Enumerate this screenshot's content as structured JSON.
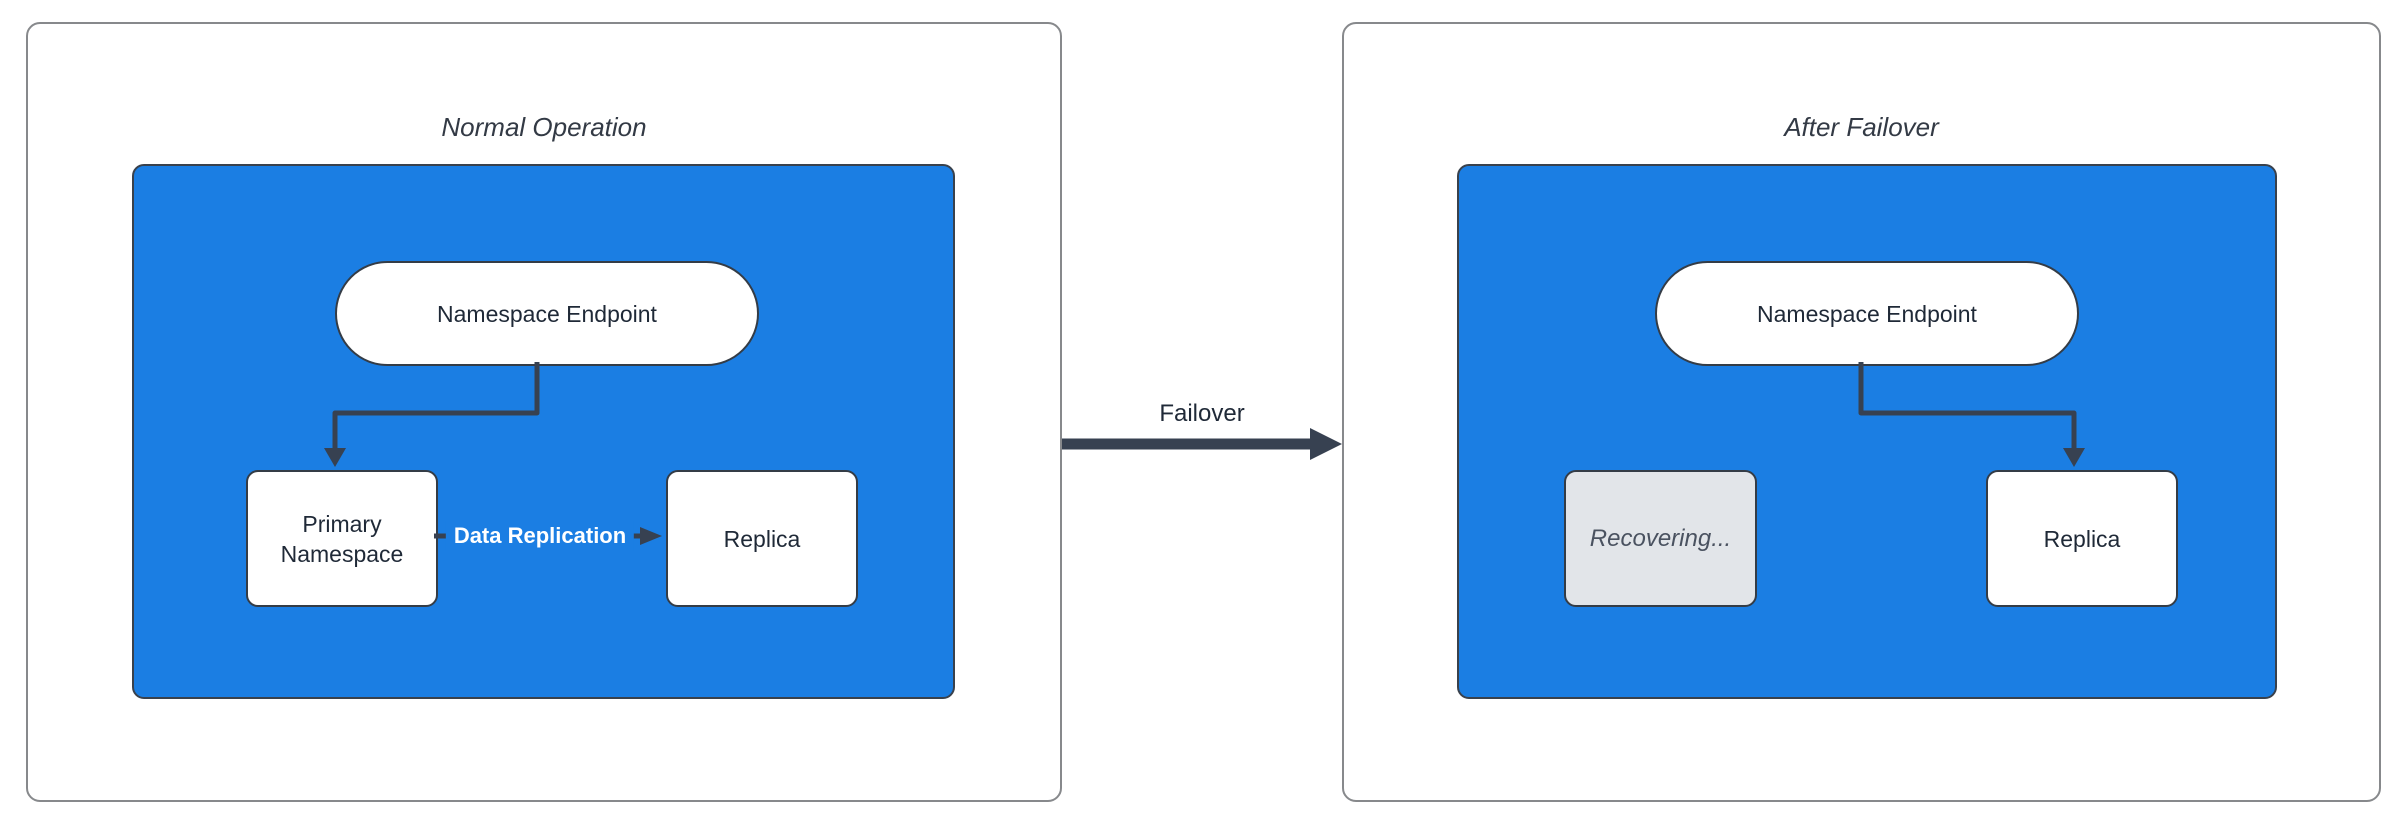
{
  "colors": {
    "cluster_blue": "#1b7ee3",
    "arrow_dark": "#374151",
    "node_border": "#343c46",
    "panel_border": "#87898c",
    "node_text": "#1f2937",
    "title_text": "#333a45",
    "recovering_bg": "#e2e5e9",
    "recovering_text": "#4a5260",
    "replication_label_text": "#ffffff",
    "node_fill": "#ffffff"
  },
  "panels": [
    {
      "title": "Normal Operation",
      "endpoint_label": "Namespace Endpoint",
      "primary_label": "Primary Namespace",
      "replica_label": "Replica",
      "replication_edge_label": "Data Replication"
    },
    {
      "title": "After Failover",
      "endpoint_label": "Namespace Endpoint",
      "recovering_label": "Recovering...",
      "replica_label": "Replica"
    }
  ],
  "transition": {
    "label": "Failover"
  }
}
